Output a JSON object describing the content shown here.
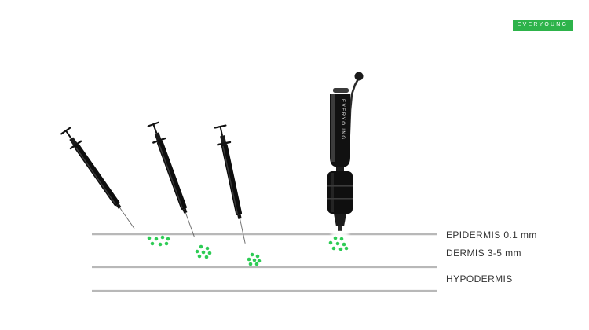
{
  "brand": {
    "badge_label": "EVERYOUNG",
    "pen_label": "EVERYOUNG"
  },
  "layers": {
    "epidermis": "EPIDERMIS 0.1 mm",
    "dermis": "DERMIS 3-5 mm",
    "hypodermis": "HYPODERMIS"
  },
  "colors": {
    "brand_green": "#2db34a",
    "droplet_green": "#2ecc55",
    "device_black": "#111111",
    "skin_line_gray": "#b5b5b5",
    "label_text": "#333333"
  },
  "devices": {
    "syringes": [
      {
        "depth_layer": "epidermis",
        "icon": "syringe-icon"
      },
      {
        "depth_layer": "dermis",
        "icon": "syringe-icon"
      },
      {
        "depth_layer": "dermis",
        "icon": "syringe-icon"
      }
    ],
    "needle_free_injector": {
      "depth_layer": "epidermis",
      "icon": "injector-pen-icon"
    }
  }
}
